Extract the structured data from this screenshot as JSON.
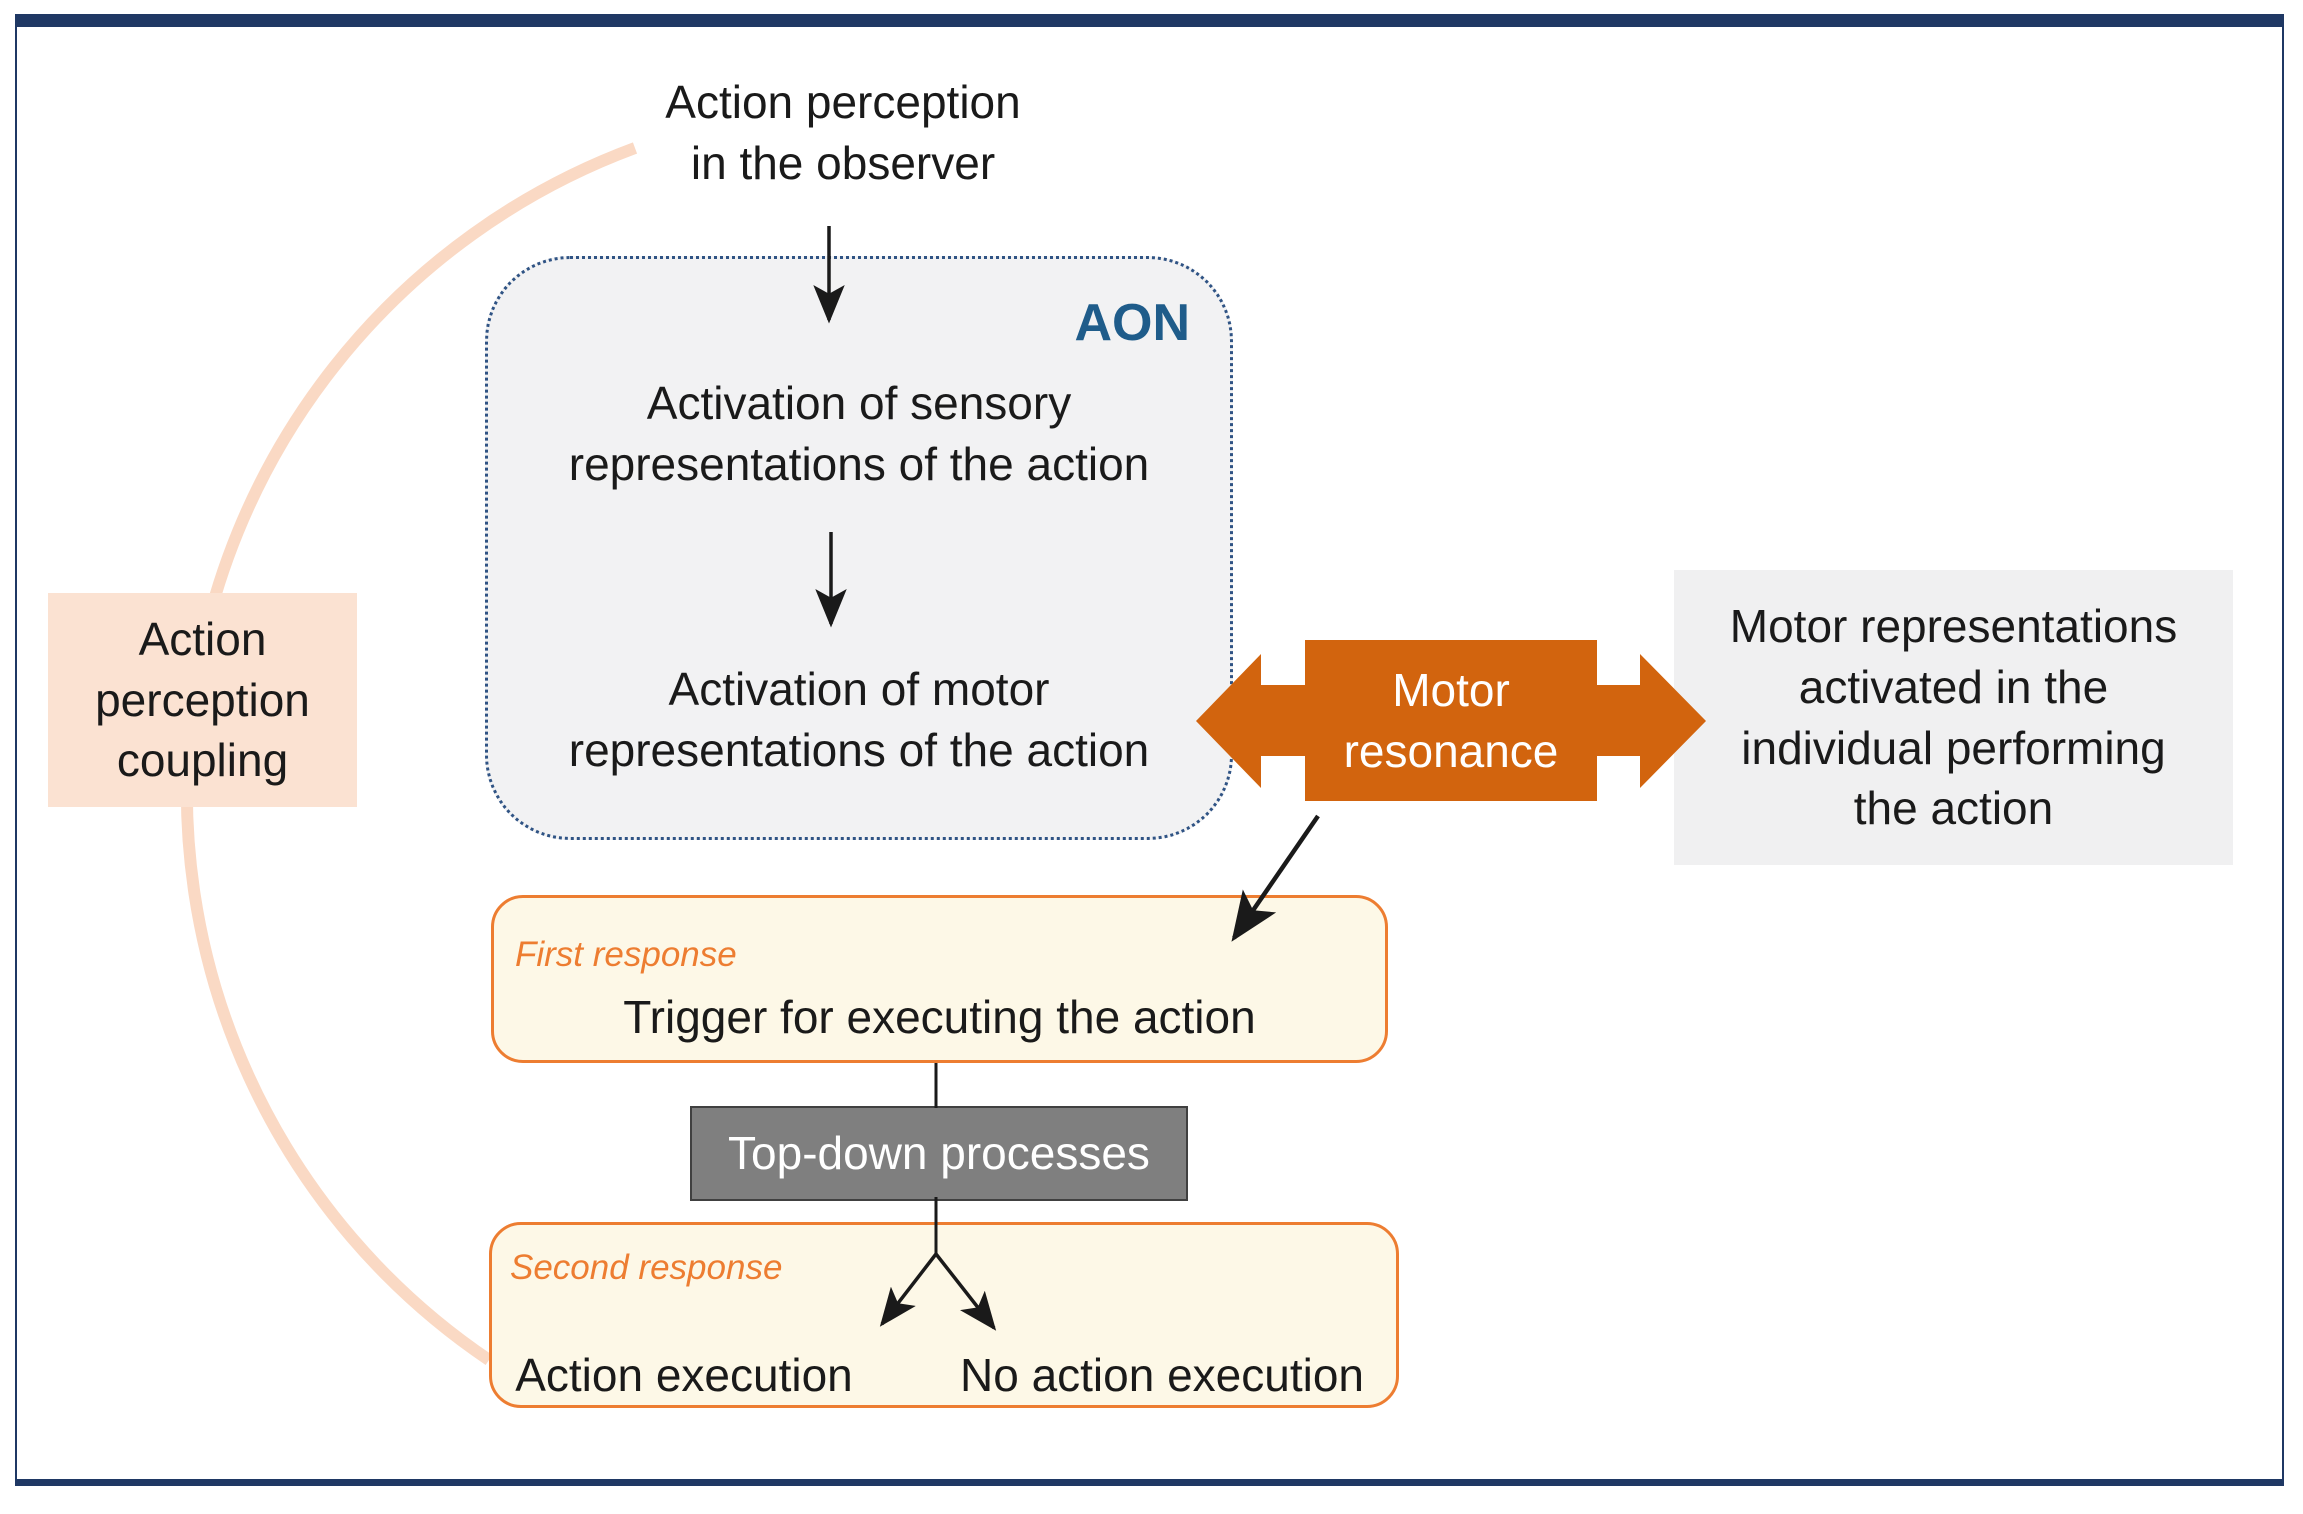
{
  "figure": {
    "top_text": "Action perception\nin the observer",
    "coupling_box": "Action\nperception\ncoupling",
    "aon": {
      "label": "AON",
      "sensory": "Activation of sensory\nrepresentations of the action",
      "motor": "Activation of motor\nrepresentations of the action"
    },
    "motor_resonance": "Motor\nresonance",
    "performer_box": "Motor representations\nactivated in the\nindividual performing\nthe action",
    "first_response": {
      "label": "First response",
      "text": "Trigger for executing the action"
    },
    "top_down": "Top-down processes",
    "second_response": {
      "label": "Second response",
      "left": "Action execution",
      "right": "No action execution"
    }
  },
  "colors": {
    "frame_navy": "#1F3864",
    "aon_border": "#2F5384",
    "aon_fill": "#F2F2F3",
    "aon_label_blue": "#1F5C8A",
    "orange_arrow": "#D2640E",
    "response_orange": "#ED7D31",
    "response_fill": "#FDF8E7",
    "coupling_pink": "#FBE2D2",
    "arc_peach": "#FAD9C4",
    "gray_box_fill": "#F0F0F1",
    "topdown_gray": "#7F7F7F",
    "text_black": "#1a1a1a"
  }
}
